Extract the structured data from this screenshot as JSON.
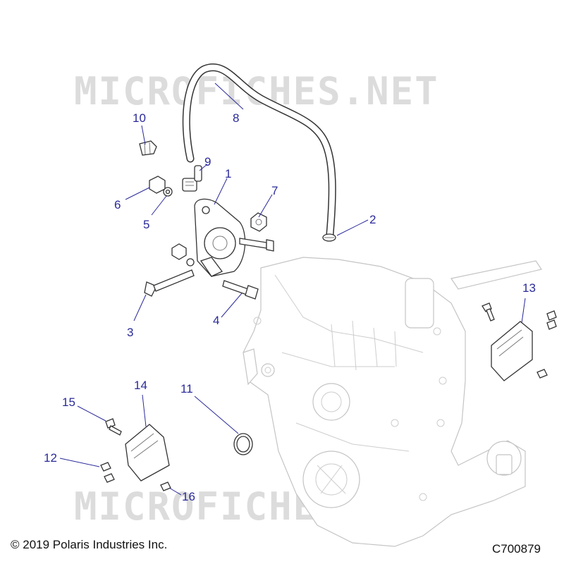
{
  "watermark": {
    "text": "MICROFICHES.NET"
  },
  "callouts": [
    {
      "label": "1"
    },
    {
      "label": "2"
    },
    {
      "label": "3"
    },
    {
      "label": "4"
    },
    {
      "label": "5"
    },
    {
      "label": "6"
    },
    {
      "label": "7"
    },
    {
      "label": "8"
    },
    {
      "label": "9"
    },
    {
      "label": "10"
    },
    {
      "label": "11"
    },
    {
      "label": "12"
    },
    {
      "label": "13"
    },
    {
      "label": "14"
    },
    {
      "label": "15"
    },
    {
      "label": "16"
    }
  ],
  "footer": {
    "copyright": "© 2019 Polaris Industries Inc.",
    "figure_code": "C700879"
  },
  "colors": {
    "callout": "#2a2a9a",
    "watermark": "#dcdcdc",
    "line_art": "#333333",
    "ghost_line_art": "#c4c4c4"
  }
}
